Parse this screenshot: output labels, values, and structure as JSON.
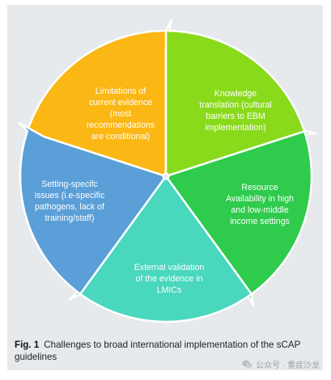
{
  "segments": [
    {
      "label": "Knowledge\ntranslation (cultural\nbarriers to EBM\nimplementation)",
      "color": "#fbb714"
    },
    {
      "label": "Resource\nAvailability in high\nand low-middle\nincome settings",
      "color": "#8ada1c"
    },
    {
      "label": "External validation\nof the evidence in\nLMICs",
      "color": "#2ecb4c"
    },
    {
      "label": "Setting-specifc\nissues (i.e-specific\npathogens, lack of\ntraining/staff)",
      "color": "#49d7be"
    },
    {
      "label": "Limitations of\ncurrent evidence\n(most\nrecommendations\nare conditional)",
      "color": "#5a9fd7"
    }
  ],
  "caption": {
    "label": "Fig. 1",
    "text": "Challenges to broad international implementation of the sCAP guidelines"
  },
  "watermark": {
    "text": "公众号 · 重症沙龙",
    "icon": "wechat-icon"
  },
  "colors": {
    "frame_background": "#e6eaed",
    "divider": "#ffffff",
    "segment_text": "#ffffff"
  }
}
